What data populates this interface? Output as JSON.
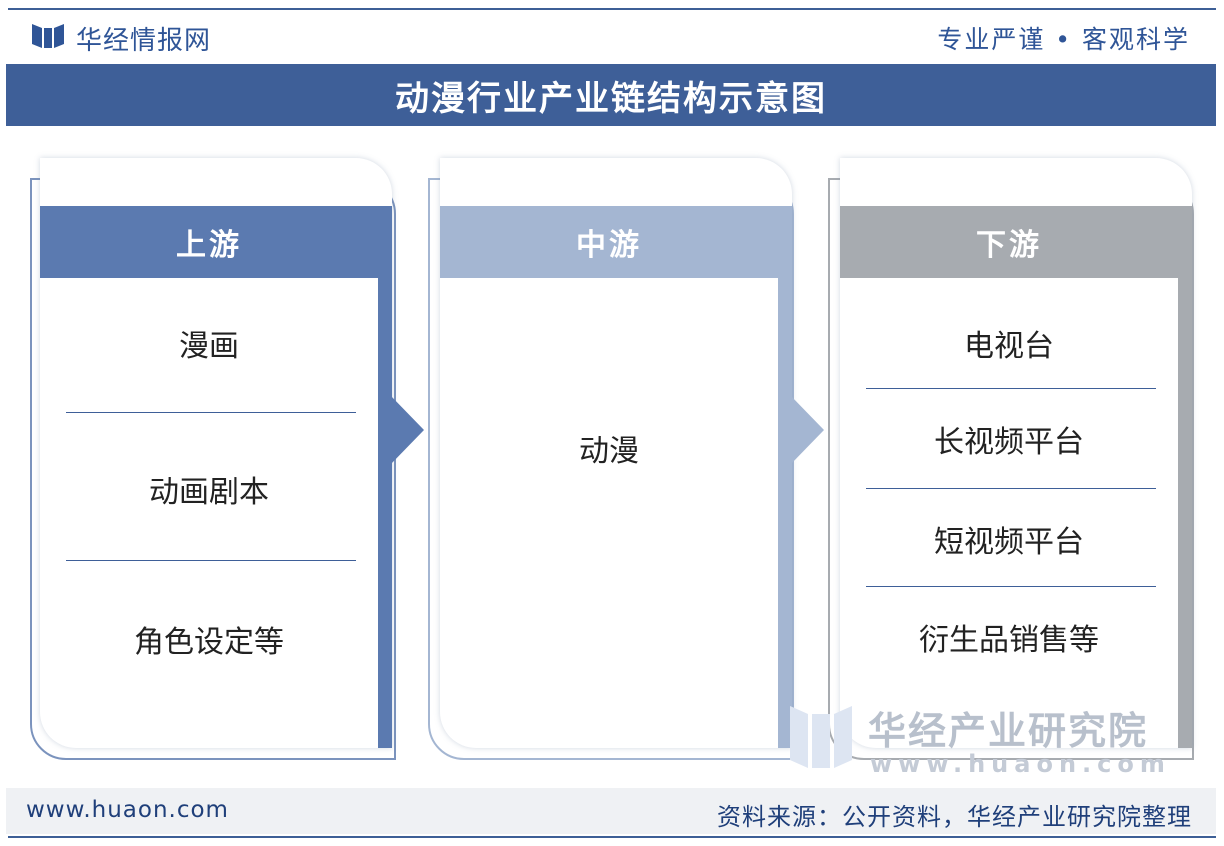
{
  "header": {
    "brand": "华经情报网",
    "slogan": "专业严谨 • 客观科学"
  },
  "title": "动漫行业产业链结构示意图",
  "columns": [
    {
      "title": "上游",
      "items": [
        "漫画",
        "动画剧本",
        "角色设定等"
      ],
      "color": "#5b7ab0"
    },
    {
      "title": "中游",
      "items": [
        "动漫"
      ],
      "color": "#a4b6d2"
    },
    {
      "title": "下游",
      "items": [
        "电视台",
        "长视频平台",
        "短视频平台",
        "衍生品销售等"
      ],
      "color": "#a7abb0"
    }
  ],
  "footer": {
    "site": "www.huaon.com",
    "source": "资料来源：公开资料，华经产业研究院整理"
  },
  "watermark": {
    "name": "华经产业研究院",
    "url": "www.huaon.com"
  }
}
